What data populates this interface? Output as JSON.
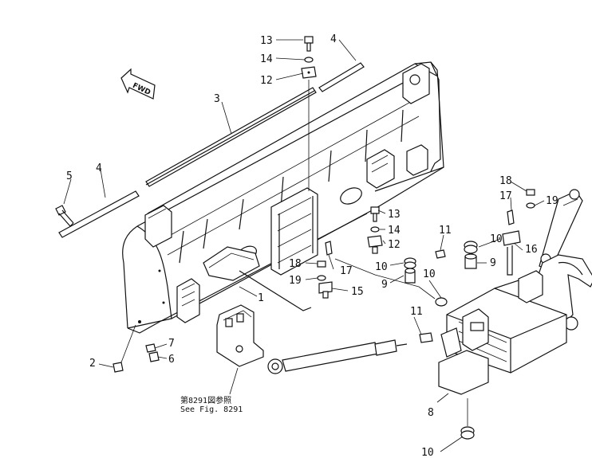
{
  "diagram": {
    "forward_marker": "FWD",
    "see_fig_note": {
      "line1": "第8291図参照",
      "line2": "See Fig. 8291"
    },
    "callouts": [
      {
        "id": "c13a",
        "text": "13"
      },
      {
        "id": "c14a",
        "text": "14"
      },
      {
        "id": "c12a",
        "text": "12"
      },
      {
        "id": "c4a",
        "text": "4"
      },
      {
        "id": "c3",
        "text": "3"
      },
      {
        "id": "c5",
        "text": "5"
      },
      {
        "id": "c4b",
        "text": "4"
      },
      {
        "id": "c13b",
        "text": "13"
      },
      {
        "id": "c14b",
        "text": "14"
      },
      {
        "id": "c12b",
        "text": "12"
      },
      {
        "id": "c18a",
        "text": "18"
      },
      {
        "id": "c17a",
        "text": "17"
      },
      {
        "id": "c19a",
        "text": "19"
      },
      {
        "id": "c15",
        "text": "15"
      },
      {
        "id": "c10a",
        "text": "10"
      },
      {
        "id": "c9a",
        "text": "9"
      },
      {
        "id": "c11a",
        "text": "11"
      },
      {
        "id": "c10b",
        "text": "10"
      },
      {
        "id": "c9b",
        "text": "9"
      },
      {
        "id": "c10c",
        "text": "10"
      },
      {
        "id": "c16",
        "text": "16"
      },
      {
        "id": "c18b",
        "text": "18"
      },
      {
        "id": "c17b",
        "text": "17"
      },
      {
        "id": "c19b",
        "text": "19"
      },
      {
        "id": "c11b",
        "text": "11"
      },
      {
        "id": "c1",
        "text": "1"
      },
      {
        "id": "c7",
        "text": "7"
      },
      {
        "id": "c6",
        "text": "6"
      },
      {
        "id": "c2",
        "text": "2"
      },
      {
        "id": "c8",
        "text": "8"
      },
      {
        "id": "c10d",
        "text": "10"
      }
    ]
  }
}
